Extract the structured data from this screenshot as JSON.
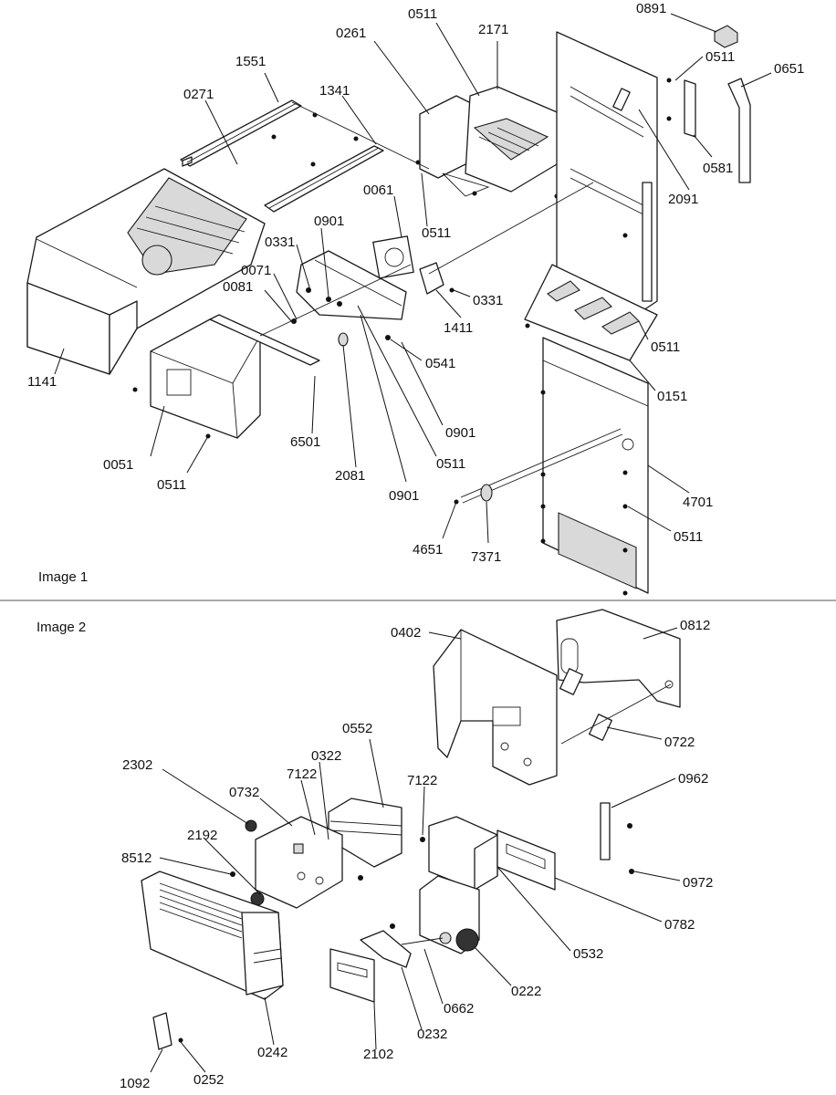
{
  "image1": {
    "caption": "Image 1",
    "callouts": [
      "0891",
      "0511",
      "2171",
      "0261",
      "0651",
      "1551",
      "0511",
      "0271",
      "1341",
      "0581",
      "2091",
      "0061",
      "0511",
      "0901",
      "0331",
      "0071",
      "0081",
      "0331",
      "1411",
      "0511",
      "1141",
      "0541",
      "0151",
      "0901",
      "6501",
      "0051",
      "0511",
      "2081",
      "0511",
      "0901",
      "4701",
      "4651",
      "7371",
      "0511"
    ]
  },
  "image2": {
    "caption": "Image 2",
    "callouts": [
      "0812",
      "0402",
      "0722",
      "0552",
      "2302",
      "0732",
      "7122",
      "0322",
      "7122",
      "0962",
      "2192",
      "8512",
      "0972",
      "0782",
      "0532",
      "0222",
      "0662",
      "0232",
      "0242",
      "2102",
      "1092",
      "0252"
    ]
  }
}
